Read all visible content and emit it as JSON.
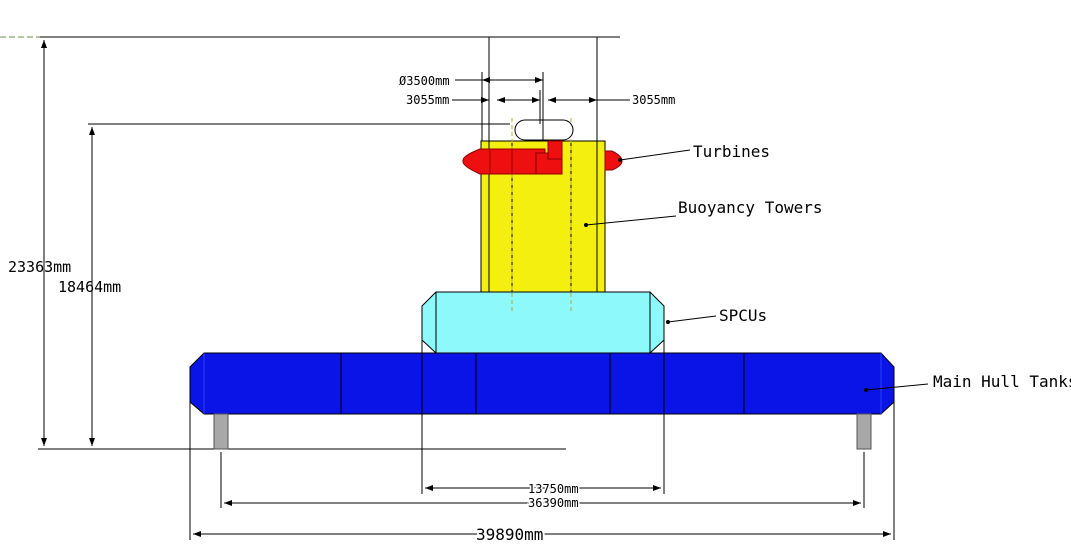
{
  "labels": {
    "turbines": "Turbines",
    "buoyancy_towers": "Buoyancy Towers",
    "spcus": "SPCUs",
    "main_hull_tanks": "Main Hull Tanks"
  },
  "dimensions": {
    "diameter": "Ø3500mm",
    "spacing_left": "3055mm",
    "spacing_right": "3055mm",
    "total_height": "23363mm",
    "tower_height": "18464mm",
    "spcu_width": "13750mm",
    "leg_spacing": "36390mm",
    "overall_width": "39890mm"
  },
  "colors": {
    "hull": "#0a14e6",
    "spcu": "#8ef9fb",
    "tower": "#f5ef10",
    "turbine": "#ee1010",
    "leg": "#a8a8a8",
    "baseline": "#6b8f4a"
  }
}
